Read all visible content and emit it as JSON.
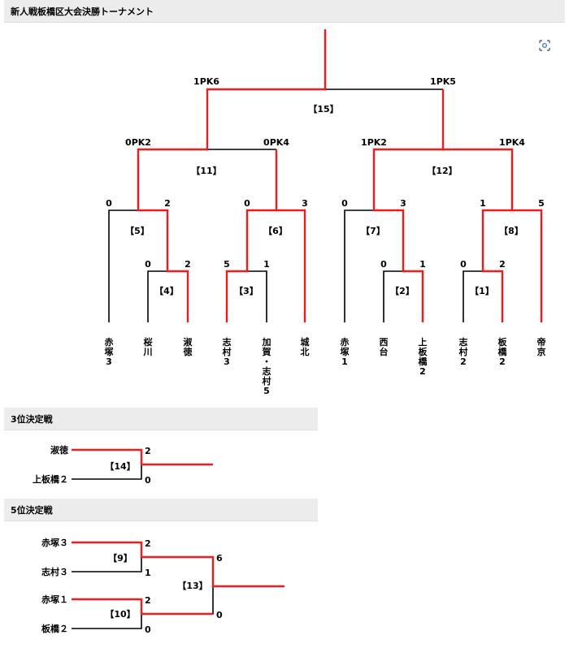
{
  "headers": {
    "main": "新人戦板橋区大会決勝トーナメント",
    "third": "3位決定戦",
    "fifth": "5位決定戦"
  },
  "colors": {
    "winner": "#ee1c1c",
    "loser": "#000000",
    "header_bg": "#ececec"
  },
  "icons": {
    "lens": "google-lens-icon"
  },
  "teams": [
    "赤塚3",
    "桜川",
    "淑徳",
    "志村3",
    "加賀・志村5",
    "城北",
    "赤塚1",
    "西台",
    "上板橋2",
    "志村2",
    "板橋2",
    "帝京"
  ],
  "matches": {
    "m1": {
      "label": "【1】",
      "left": "0",
      "right": "2"
    },
    "m2": {
      "label": "【2】",
      "left": "0",
      "right": "1"
    },
    "m3": {
      "label": "【3】",
      "left": "5",
      "right": "1"
    },
    "m4": {
      "label": "【4】",
      "left": "0",
      "right": "2"
    },
    "m5": {
      "label": "【5】",
      "left": "0",
      "right": "2"
    },
    "m6": {
      "label": "【6】",
      "left": "0",
      "right": "3"
    },
    "m7": {
      "label": "【7】",
      "left": "0",
      "right": "3"
    },
    "m8": {
      "label": "【8】",
      "left": "1",
      "right": "5"
    },
    "m11": {
      "label": "【11】",
      "left": "0PK2",
      "right": "0PK4"
    },
    "m12": {
      "label": "【12】",
      "left": "1PK2",
      "right": "1PK4"
    },
    "m15": {
      "label": "【15】",
      "left": "1PK6",
      "right": "1PK5"
    }
  },
  "third_place": {
    "top_team": "淑徳",
    "bottom_team": "上板橋２",
    "top_score": "2",
    "bottom_score": "0",
    "label": "【14】"
  },
  "fifth_place": {
    "teams": [
      "赤塚３",
      "志村３",
      "赤塚１",
      "板橋２"
    ],
    "m9": {
      "label": "【9】",
      "top": "2",
      "bottom": "1"
    },
    "m10": {
      "label": "【10】",
      "top": "2",
      "bottom": "0"
    },
    "m13": {
      "label": "【13】",
      "top": "6",
      "bottom": "0"
    }
  }
}
